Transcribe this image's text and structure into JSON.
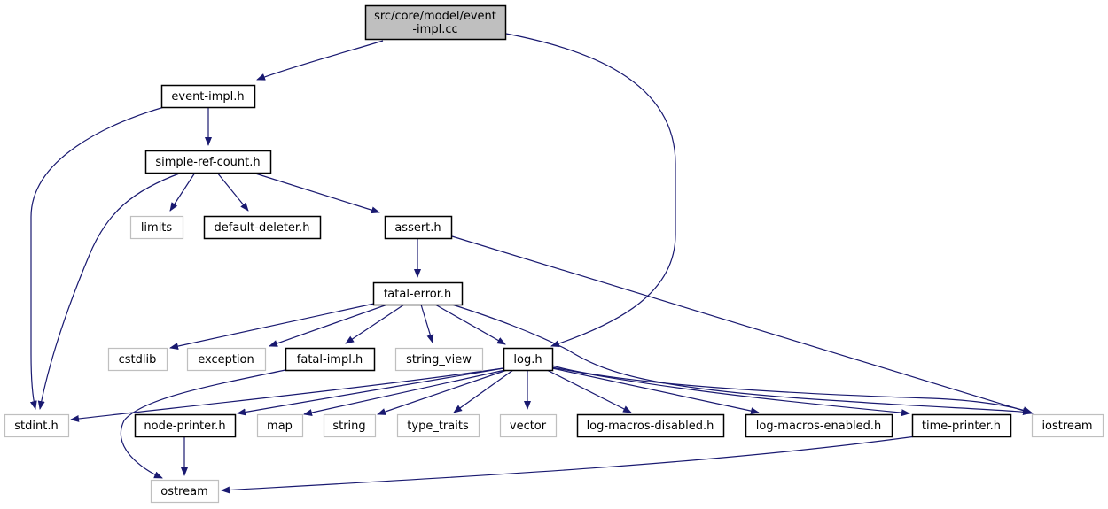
{
  "diagram": {
    "type": "include-dependency-graph",
    "colors": {
      "edge": "#191970",
      "root_fill": "#bfbfbf",
      "root_border": "#000000",
      "documented_border": "#000000",
      "external_border": "#bfbfbf",
      "node_fill": "#ffffff",
      "text": "#000000"
    },
    "nodes": [
      {
        "id": "root",
        "lines": [
          "src/core/model/event",
          "-impl.cc"
        ],
        "kind": "root"
      },
      {
        "id": "event_impl_h",
        "lines": [
          "event-impl.h"
        ],
        "kind": "documented"
      },
      {
        "id": "simple_ref_count_h",
        "lines": [
          "simple-ref-count.h"
        ],
        "kind": "documented"
      },
      {
        "id": "limits",
        "lines": [
          "limits"
        ],
        "kind": "external"
      },
      {
        "id": "default_deleter_h",
        "lines": [
          "default-deleter.h"
        ],
        "kind": "documented"
      },
      {
        "id": "assert_h",
        "lines": [
          "assert.h"
        ],
        "kind": "documented"
      },
      {
        "id": "fatal_error_h",
        "lines": [
          "fatal-error.h"
        ],
        "kind": "documented"
      },
      {
        "id": "cstdlib",
        "lines": [
          "cstdlib"
        ],
        "kind": "external"
      },
      {
        "id": "exception",
        "lines": [
          "exception"
        ],
        "kind": "external"
      },
      {
        "id": "fatal_impl_h",
        "lines": [
          "fatal-impl.h"
        ],
        "kind": "documented"
      },
      {
        "id": "string_view",
        "lines": [
          "string_view"
        ],
        "kind": "external"
      },
      {
        "id": "log_h",
        "lines": [
          "log.h"
        ],
        "kind": "documented"
      },
      {
        "id": "stdint_h",
        "lines": [
          "stdint.h"
        ],
        "kind": "external"
      },
      {
        "id": "node_printer_h",
        "lines": [
          "node-printer.h"
        ],
        "kind": "documented"
      },
      {
        "id": "map",
        "lines": [
          "map"
        ],
        "kind": "external"
      },
      {
        "id": "string",
        "lines": [
          "string"
        ],
        "kind": "external"
      },
      {
        "id": "type_traits",
        "lines": [
          "type_traits"
        ],
        "kind": "external"
      },
      {
        "id": "vector",
        "lines": [
          "vector"
        ],
        "kind": "external"
      },
      {
        "id": "log_macros_disabled_h",
        "lines": [
          "log-macros-disabled.h"
        ],
        "kind": "documented"
      },
      {
        "id": "log_macros_enabled_h",
        "lines": [
          "log-macros-enabled.h"
        ],
        "kind": "documented"
      },
      {
        "id": "time_printer_h",
        "lines": [
          "time-printer.h"
        ],
        "kind": "documented"
      },
      {
        "id": "iostream",
        "lines": [
          "iostream"
        ],
        "kind": "external"
      },
      {
        "id": "ostream",
        "lines": [
          "ostream"
        ],
        "kind": "external"
      }
    ],
    "edges": [
      {
        "from": "root",
        "to": "event_impl_h"
      },
      {
        "from": "root",
        "to": "log_h"
      },
      {
        "from": "event_impl_h",
        "to": "simple_ref_count_h"
      },
      {
        "from": "event_impl_h",
        "to": "stdint_h"
      },
      {
        "from": "simple_ref_count_h",
        "to": "limits"
      },
      {
        "from": "simple_ref_count_h",
        "to": "default_deleter_h"
      },
      {
        "from": "simple_ref_count_h",
        "to": "assert_h"
      },
      {
        "from": "simple_ref_count_h",
        "to": "stdint_h"
      },
      {
        "from": "assert_h",
        "to": "fatal_error_h"
      },
      {
        "from": "assert_h",
        "to": "iostream"
      },
      {
        "from": "fatal_error_h",
        "to": "cstdlib"
      },
      {
        "from": "fatal_error_h",
        "to": "exception"
      },
      {
        "from": "fatal_error_h",
        "to": "fatal_impl_h"
      },
      {
        "from": "fatal_error_h",
        "to": "string_view"
      },
      {
        "from": "fatal_error_h",
        "to": "log_h"
      },
      {
        "from": "fatal_error_h",
        "to": "iostream"
      },
      {
        "from": "fatal_impl_h",
        "to": "ostream"
      },
      {
        "from": "log_h",
        "to": "stdint_h"
      },
      {
        "from": "log_h",
        "to": "node_printer_h"
      },
      {
        "from": "log_h",
        "to": "map"
      },
      {
        "from": "log_h",
        "to": "string"
      },
      {
        "from": "log_h",
        "to": "type_traits"
      },
      {
        "from": "log_h",
        "to": "vector"
      },
      {
        "from": "log_h",
        "to": "log_macros_disabled_h"
      },
      {
        "from": "log_h",
        "to": "log_macros_enabled_h"
      },
      {
        "from": "log_h",
        "to": "time_printer_h"
      },
      {
        "from": "log_h",
        "to": "iostream"
      },
      {
        "from": "node_printer_h",
        "to": "ostream"
      },
      {
        "from": "time_printer_h",
        "to": "ostream"
      }
    ]
  }
}
